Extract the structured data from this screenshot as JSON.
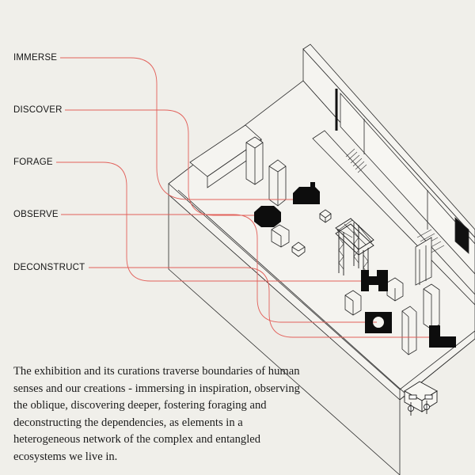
{
  "labels": {
    "immerse": "IMMERSE",
    "discover": "DISCOVER",
    "forage": "FORAGE",
    "observe": "OBSERVE",
    "deconstruct": "DECONSTRUCT"
  },
  "description": "The exhibition and its curations traverse boundaries of human senses and our creations - immersing in inspiration, observing the oblique, discovering deeper, fostering foraging and deconstructing the dependencies, as elements in a heterogeneous network of the complex and entangled ecosystems we live in.",
  "colors": {
    "background": "#f0efea",
    "line": "#2a2a2a",
    "connector": "#e2605a",
    "marker": "#0d0d0d"
  }
}
